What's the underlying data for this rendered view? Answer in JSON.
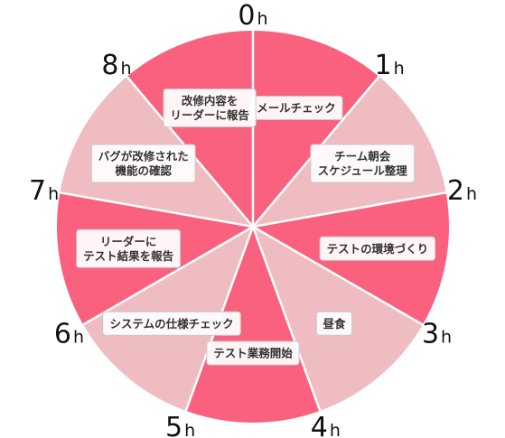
{
  "chart_data": {
    "type": "pie",
    "hour_suffix": "h",
    "ticks": [
      "0",
      "1",
      "2",
      "3",
      "4",
      "5",
      "6",
      "7",
      "8"
    ],
    "total_hours": 9,
    "colors": {
      "dark": "#f9617f",
      "light": "#efbcc1",
      "divider": "#ffffff"
    },
    "slices": [
      {
        "start": 0,
        "end": 1,
        "shade": "dark",
        "label": [
          "メールチェック"
        ]
      },
      {
        "start": 1,
        "end": 2,
        "shade": "light",
        "label": [
          "チーム朝会",
          "スケジュール整理"
        ]
      },
      {
        "start": 2,
        "end": 3,
        "shade": "dark",
        "label": [
          "テストの環境づくり"
        ]
      },
      {
        "start": 3,
        "end": 4,
        "shade": "light",
        "label": [
          "昼食"
        ]
      },
      {
        "start": 4,
        "end": 5,
        "shade": "dark",
        "label": [
          "テスト業務開始"
        ]
      },
      {
        "start": 5,
        "end": 6,
        "shade": "light",
        "label": [
          "システムの仕様チェック"
        ]
      },
      {
        "start": 6,
        "end": 7,
        "shade": "dark",
        "label": [
          "リーダーに",
          "テスト結果を報告"
        ]
      },
      {
        "start": 7,
        "end": 8,
        "shade": "light",
        "label": [
          "バグが改修された",
          "機能の確認"
        ]
      },
      {
        "start": 8,
        "end": 9,
        "shade": "dark",
        "label": [
          "改修内容を",
          "リーダーに報告"
        ]
      }
    ]
  }
}
